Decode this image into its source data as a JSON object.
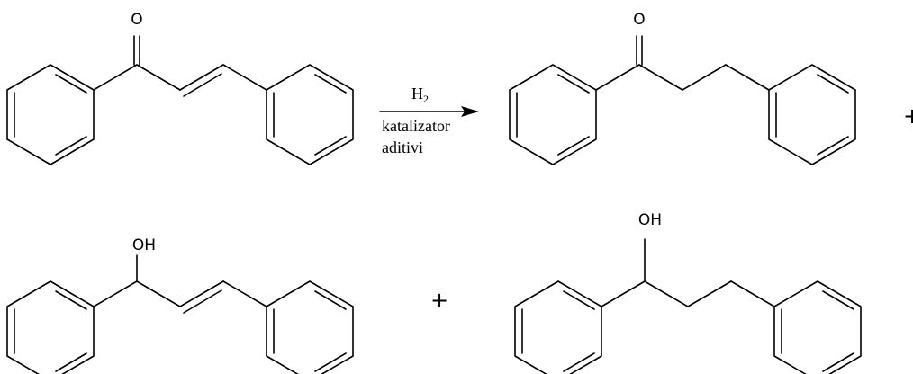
{
  "reaction": {
    "reagent_symbol": "H",
    "reagent_subscript": "2",
    "condition_line_2": "katalizator",
    "condition_line_3": "aditivi"
  },
  "labels": {
    "oxygen": "O",
    "hydroxyl": "OH",
    "plus": "+"
  }
}
